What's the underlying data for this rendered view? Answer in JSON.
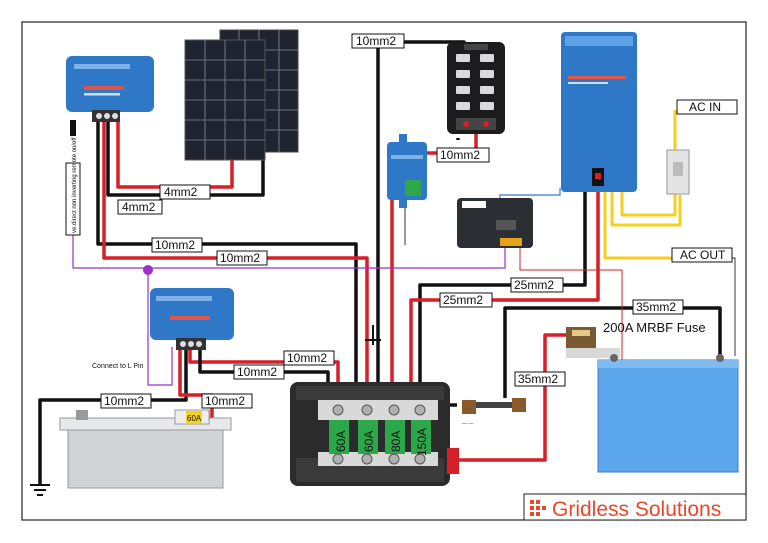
{
  "labels": {
    "sp_4mm_a": "4mm2",
    "sp_4mm_b": "4mm2",
    "mppt_10mm_b": "10mm2",
    "mppt_10mm_r": "10mm2",
    "fuseblock_10mm_top": "10mm2",
    "fuseblock_10mm_bottom": "10mm2",
    "shunt_25mm": "25mm2",
    "inverter_25mm": "25mm2",
    "battery_35mm": "35mm2",
    "fuse_35mm": "35mm2",
    "dcdc_10mm_r": "10mm2",
    "dcdc_10mm_b": "10mm2",
    "starter_10mm_b": "10mm2",
    "starter_10mm_r": "10mm2",
    "ac_in": "AC IN",
    "ac_out": "AC OUT",
    "mrbf_fuse": "200A MRBF Fuse",
    "connect_l_pin": "Connect to L Pin",
    "remote_cable": "ve.direct non inverting remote on/off cable",
    "inline_fuse": "60A"
  },
  "distribution_fuses": [
    "60A",
    "60A",
    "80A",
    "150A"
  ],
  "brand": {
    "name": "Gridless Solutions",
    "color": "#e8472a"
  },
  "colors": {
    "positive": "#d61f26",
    "negative": "#111111",
    "ac": "#f5d020",
    "victron_blue": "#2f78c8",
    "remote": "#9b30c8"
  },
  "icons": [
    "solar-panel-icon",
    "mppt-controller-icon",
    "fuse-block-icon",
    "inverter-charger-icon",
    "ac-breaker-icon",
    "battery-protect-icon",
    "battery-monitor-icon",
    "dcdc-charger-icon",
    "lithium-battery-icon",
    "starter-battery-icon",
    "lynx-distributor-icon",
    "shunt-icon",
    "ground-icon"
  ]
}
